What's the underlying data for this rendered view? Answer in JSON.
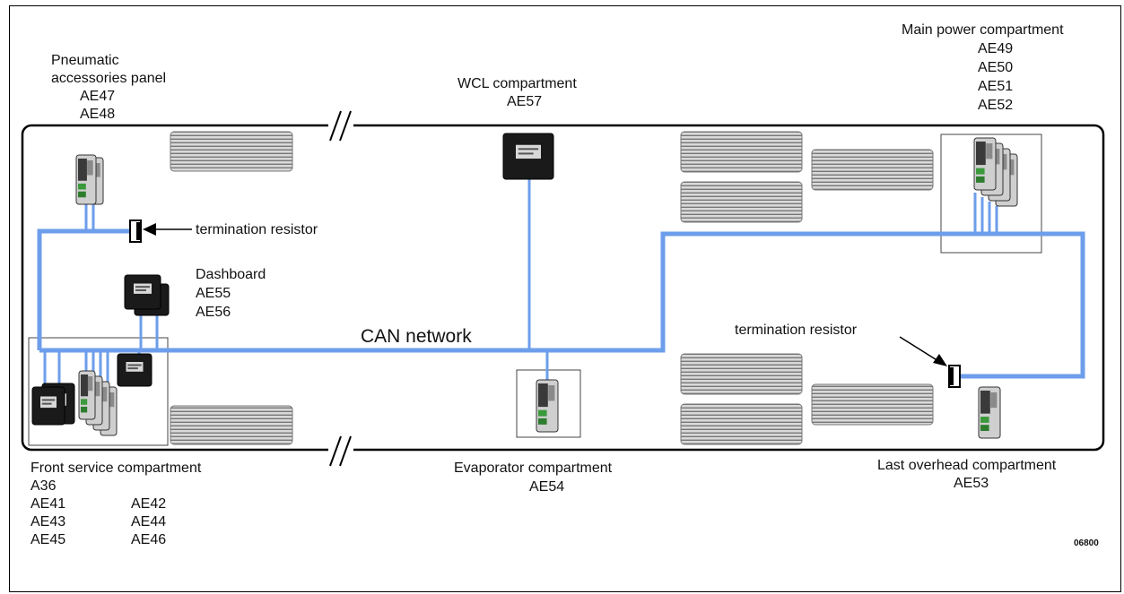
{
  "diagram": {
    "network_label": "CAN network",
    "termination_resistor_left": "termination resistor",
    "termination_resistor_right": "termination resistor",
    "figure_code": "06800",
    "compartments": {
      "pneumatic": {
        "title_line1": "Pneumatic",
        "title_line2": "accessories panel",
        "modules": [
          "AE47",
          "AE48"
        ]
      },
      "wcl": {
        "title": "WCL compartment",
        "modules": [
          "AE57"
        ]
      },
      "main_power": {
        "title": "Main power compartment",
        "modules": [
          "AE49",
          "AE50",
          "AE51",
          "AE52"
        ]
      },
      "dashboard": {
        "title": "Dashboard",
        "modules": [
          "AE55",
          "AE56"
        ]
      },
      "front_service": {
        "title": "Front service compartment",
        "modules": [
          "A36",
          "AE41",
          "AE42",
          "AE43",
          "AE44",
          "AE45",
          "AE46"
        ]
      },
      "evaporator": {
        "title": "Evaporator compartment",
        "modules": [
          "AE54"
        ]
      },
      "last_overhead": {
        "title": "Last overhead compartment",
        "modules": [
          "AE53"
        ]
      }
    },
    "colors": {
      "can_bus": "#6d9eeb",
      "outline": "#000000",
      "stripe": "#7a7a7a",
      "stripe_bg": "#d6d6d6"
    }
  }
}
